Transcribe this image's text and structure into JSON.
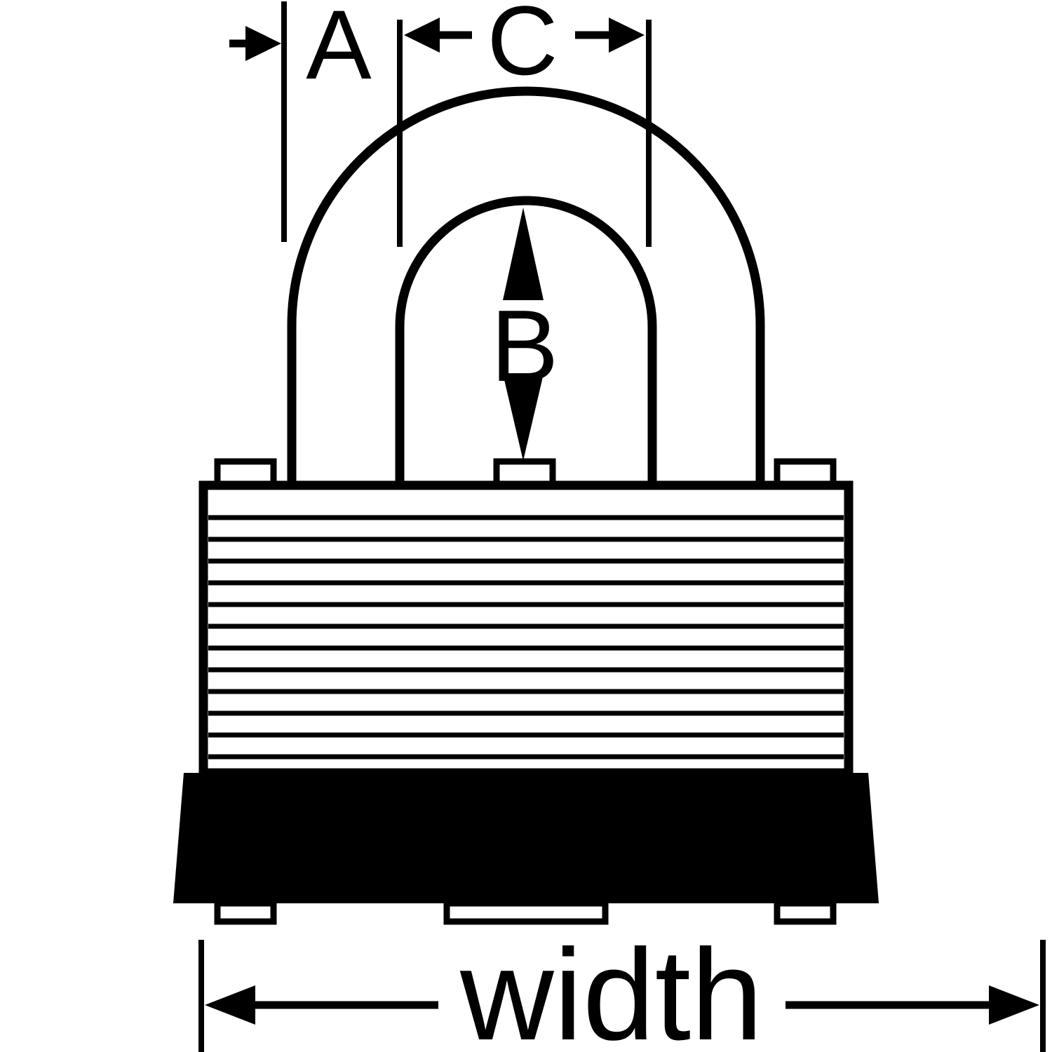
{
  "diagram_type": "padlock-dimension-diagram",
  "labels": {
    "a": "A",
    "b": "B",
    "c": "C",
    "width": "width"
  },
  "colors": {
    "line": "#000000",
    "background": "#ffffff",
    "base_fill": "#000000"
  }
}
